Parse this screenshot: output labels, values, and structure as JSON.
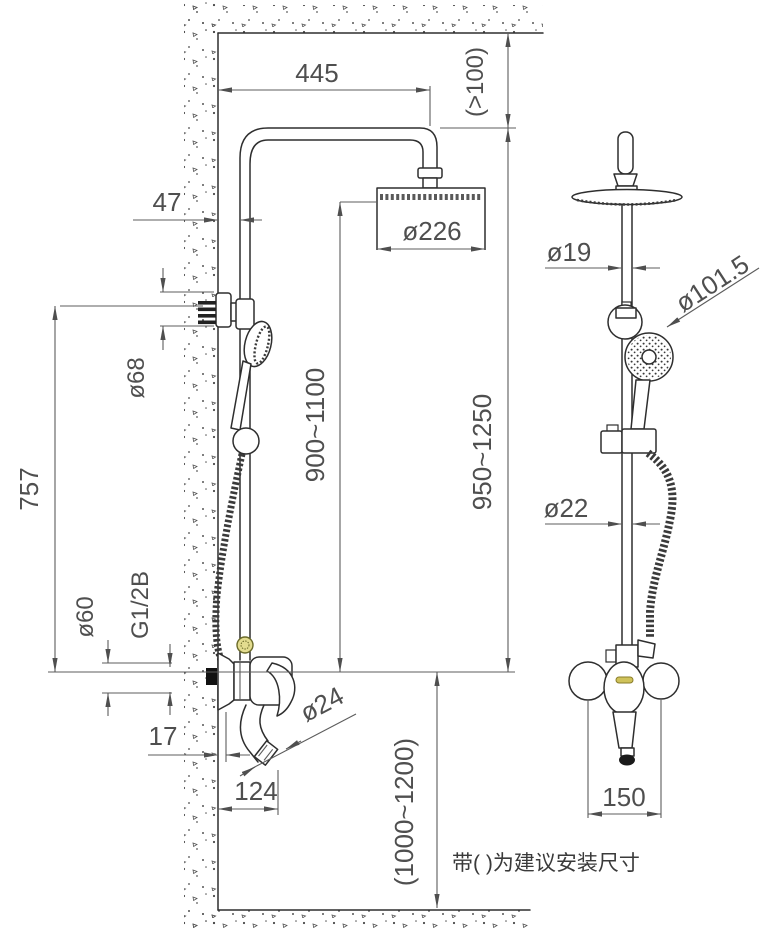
{
  "note": "带(      )为建议安装尺寸",
  "front_view": {
    "arm_length": "445",
    "ceiling_clearance": "(>100)",
    "wall_to_pipe": "47",
    "head_diameter": "ø226",
    "bracket_diameter": "ø68",
    "head_to_valve_height": "900~1100",
    "riser_overall_height": "950~1250",
    "bracket_to_valve": "757",
    "escutcheon_diameter": "ø60",
    "inlet_thread": "G1/2B",
    "wall_to_hose": "17",
    "spout_reach": "124",
    "spout_diameter": "ø24",
    "valve_mount_height": "(1000~1200)"
  },
  "side_view": {
    "upper_pipe_diameter": "ø19",
    "hand_shower_diameter": "ø101.5",
    "lower_pipe_diameter": "ø22",
    "inlet_center_distance": "150"
  }
}
